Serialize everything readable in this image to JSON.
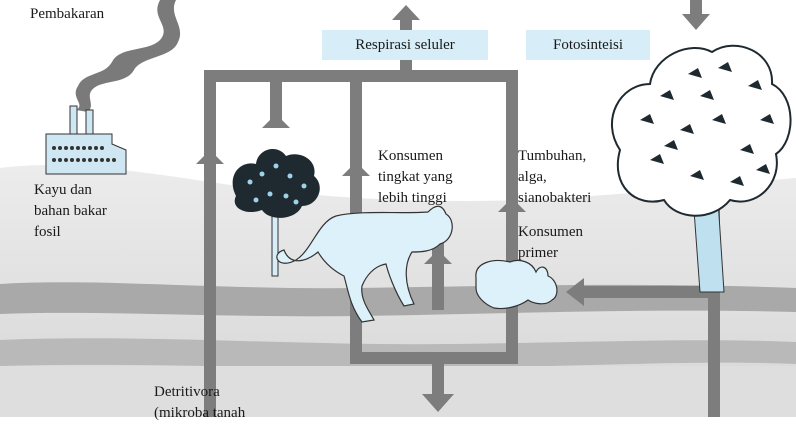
{
  "labels": {
    "combustion": "Pembakaran",
    "respiration": "Respirasi seluler",
    "photosynthesis": "Fotosinteisi",
    "fossil_line1": "Kayu dan",
    "fossil_line2": "bahan bakar",
    "fossil_line3": "fosil",
    "higher_consumer_line1": "Konsumen",
    "higher_consumer_line2": "tingkat yang",
    "higher_consumer_line3": "lebih tinggi",
    "producers_line1": "Tumbuhan,",
    "producers_line2": "alga,",
    "producers_line3": "sianobakteri",
    "primary_consumer_line1": "Konsumen",
    "primary_consumer_line2": "primer",
    "detritivores_line1": "Detritivora",
    "detritivores_line2": "(mikroba tanah"
  },
  "colors": {
    "arrow": "#7d7d7d",
    "arrow_dark": "#5e5e5e",
    "label_box": "#d7eef8",
    "animal_fill": "#ddf1fb",
    "ground_light": "#e4e4e4",
    "ground_mid": "#cdcdcd",
    "ground_dark": "#9a9a9a",
    "smoke": "#7a7a7a",
    "tree_trunk": "#bfe0ef"
  },
  "icons": {
    "factory": "factory-icon",
    "smoke": "smoke-plume",
    "large_tree": "large-tree-icon",
    "small_tree": "small-tree-icon",
    "wildcat": "wildcat-icon",
    "rabbit": "rabbit-icon"
  }
}
